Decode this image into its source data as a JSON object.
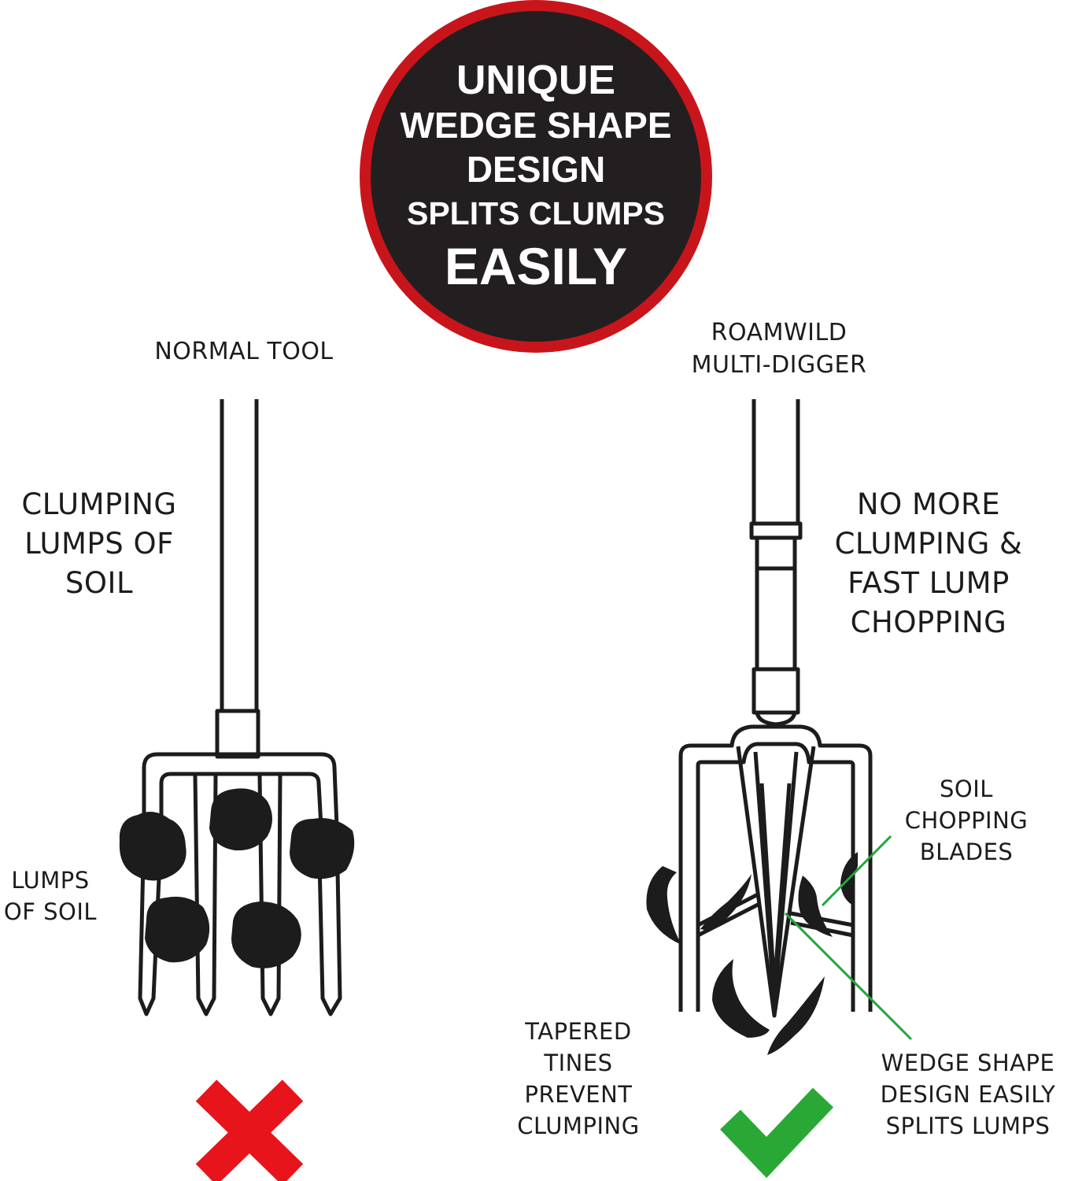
{
  "badge": {
    "line1": "UNIQUE",
    "line2": "WEDGE SHAPE",
    "line3": "DESIGN",
    "line4": "SPLITS CLUMPS",
    "line5": "EASILY",
    "colors": {
      "ring": "#c8151b",
      "fill": "#231f20",
      "text": "#ffffff"
    }
  },
  "left": {
    "title": "NORMAL TOOL",
    "caption": "CLUMPING\nLUMPS OF\nSOIL",
    "lumps_label": "LUMPS\nOF SOIL",
    "verdict_icon": "red-x-icon"
  },
  "right": {
    "title": "ROAMWILD\nMULTI-DIGGER",
    "caption": "NO MORE\nCLUMPING &\nFAST LUMP\nCHOPPING",
    "blades_label": "SOIL\nCHOPPING\nBLADES",
    "tines_label": "TAPERED\nTINES\nPREVENT\nCLUMPING",
    "wedge_label": "WEDGE SHAPE\nDESIGN EASILY\nSPLITS LUMPS",
    "verdict_icon": "green-check-icon"
  },
  "colors": {
    "cross": "#e8141b",
    "check": "#2aa836",
    "pointer": "#1fa83a",
    "ink": "#1c1c1c"
  }
}
